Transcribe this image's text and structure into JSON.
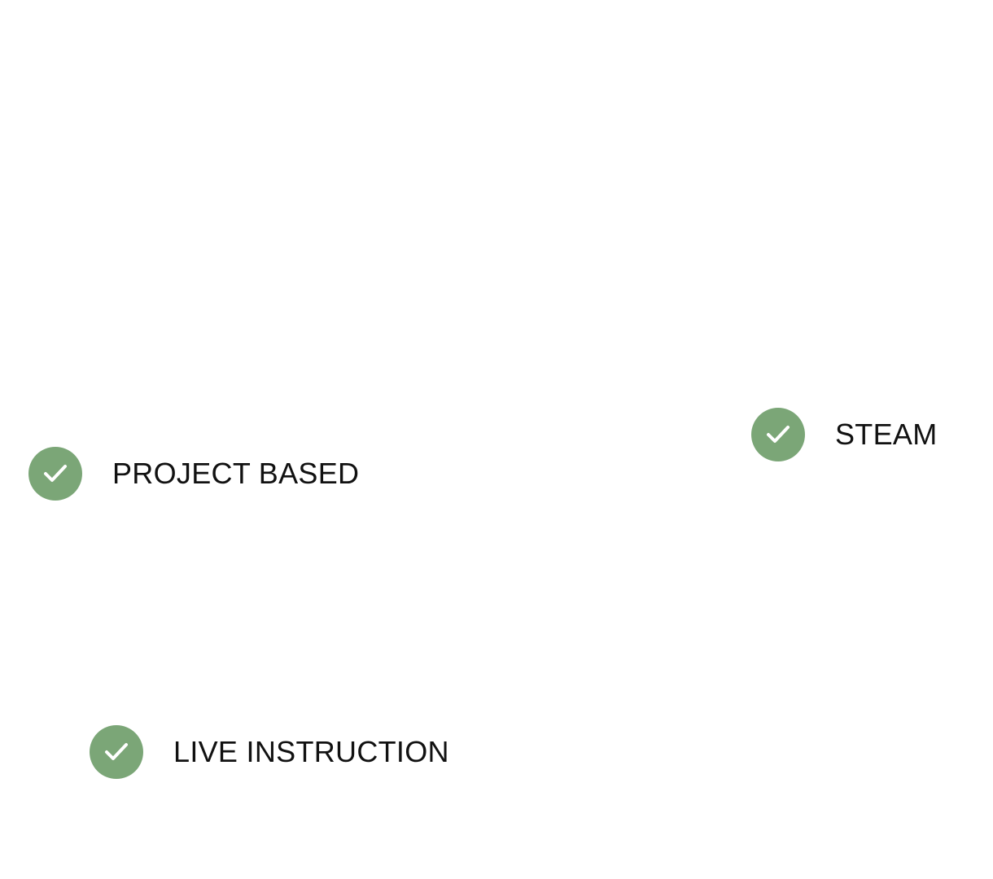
{
  "colors": {
    "check_badge": "#7ba677",
    "check_mark": "#ffffff",
    "text": "#111111",
    "background": "#ffffff"
  },
  "features": [
    {
      "label": "STEAM",
      "icon": "check-circle-icon"
    },
    {
      "label": "PROJECT BASED",
      "icon": "check-circle-icon"
    },
    {
      "label": "LIVE INSTRUCTION",
      "icon": "check-circle-icon"
    }
  ]
}
